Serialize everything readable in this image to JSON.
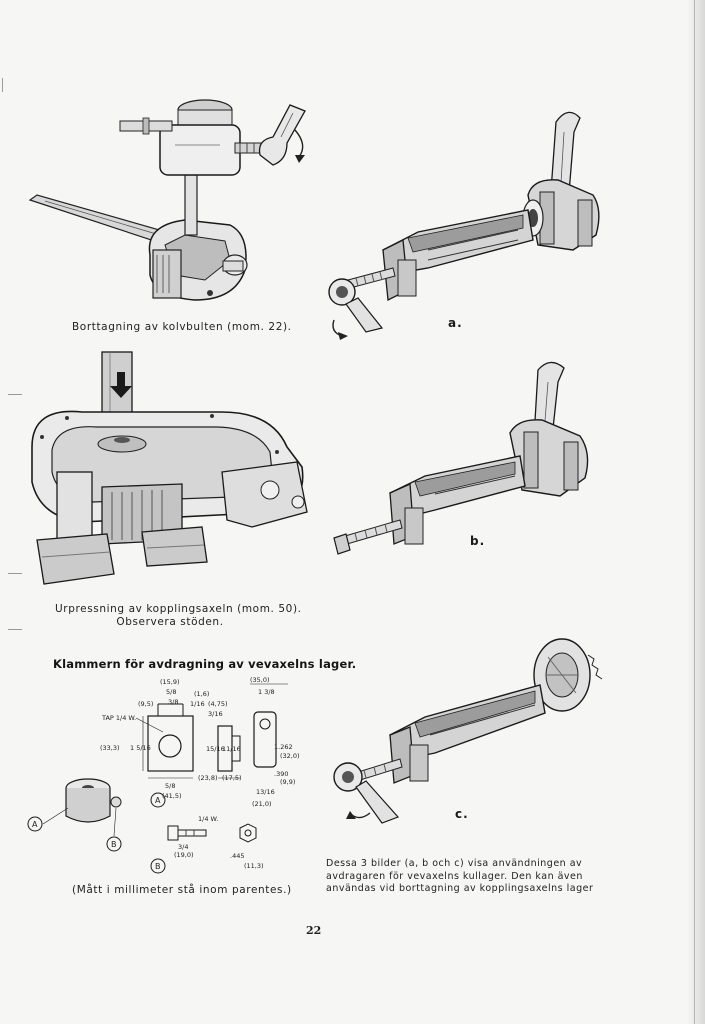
{
  "captions": {
    "fig1": "Borttagning av kolvbulten (mom. 22).",
    "fig2_line1": "Urpressning av kopplingsaxeln (mom. 50).",
    "fig2_line2": "Observera stöden.",
    "fig3_title": "Klammern för avdragning av vevaxelns lager.",
    "fig3_note": "(Mått i millimeter stå inom parentes.)"
  },
  "figure_letters": {
    "a": "a.",
    "b": "b.",
    "c": "c."
  },
  "dimensions": {
    "d1": "(15,9)",
    "d2": "5/8",
    "d3": "(9,5)",
    "d4": "3/8",
    "d5": "(1,6)",
    "d6": "1/16",
    "d7": "(4,75)",
    "d8": "3/16",
    "d9": "(35,0)",
    "d10": "1 3/8",
    "d11": "TAP 1/4 W.",
    "d12": "(33,3)",
    "d13": "1 5/16",
    "d14": "15/16",
    "d15": "11/16",
    "d16": "1.262",
    "d17": "(32,0)",
    "d18": "5/8",
    "d19": "(41,5)",
    "d20": "(23,8)",
    "d21": "(17,5)",
    "d22": ".390",
    "d23": "(9,9)",
    "d24": "13/16",
    "d25": "(21,0)",
    "d26": "1/4 W.",
    "d27": "3/4",
    "d28": "(19,0)",
    "d29": ".445",
    "d30": "(11,3)"
  },
  "part_labels": {
    "A": "A",
    "B": "B"
  },
  "bottom_note_lines": [
    "Dessa 3 bilder (a, b och c) visa användningen av",
    "avdragaren för vevaxelns kullager. Den kan även",
    "användas vid borttagning av kopplingsaxelns lager"
  ],
  "page_number": "22"
}
